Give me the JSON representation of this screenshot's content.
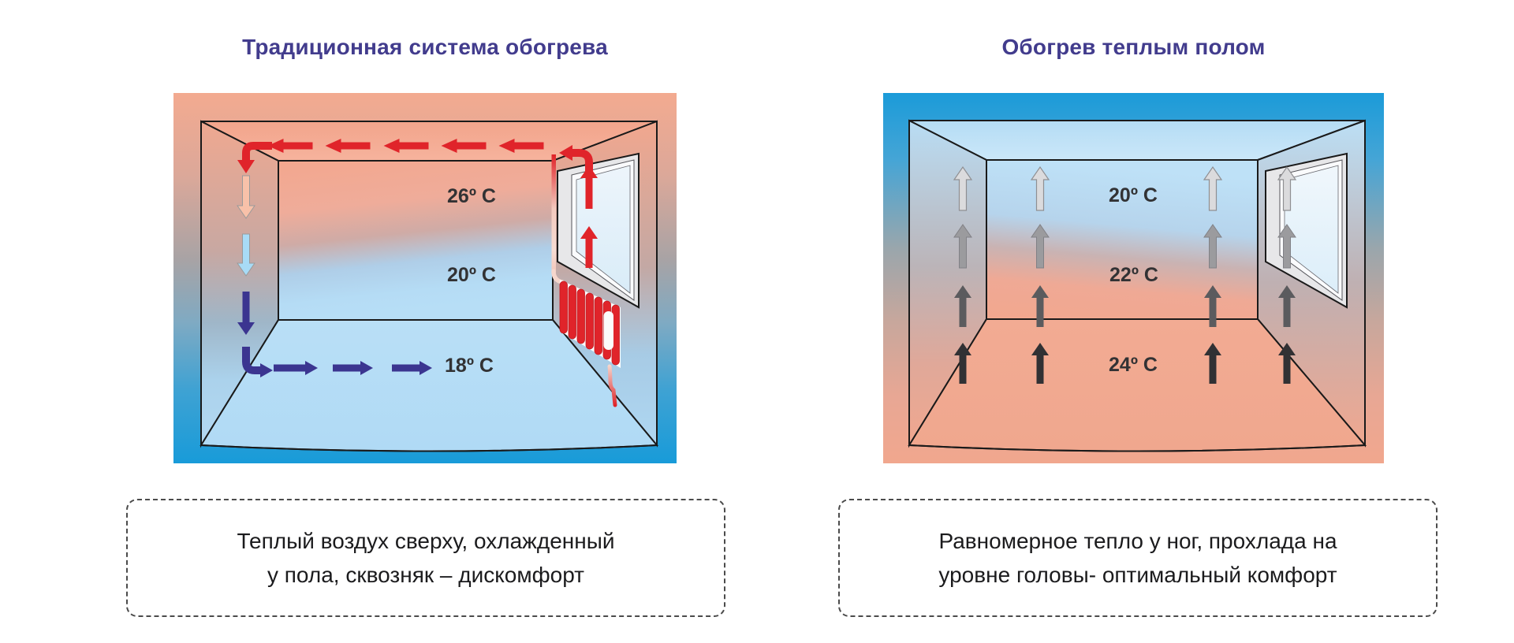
{
  "page": {
    "background": "#FFFFFF"
  },
  "colors": {
    "title_text": "#423C8D",
    "temp_label_text": "#323234",
    "caption_text": "#1B1B1D",
    "hot_air_arrow": "#E0242A",
    "cold_air_arrow": "#3B3590",
    "warm_salmon": "#F2A78E",
    "cool_blue": "#189BD9"
  },
  "left_panel": {
    "title": "Традиционная система обогрева",
    "temperature_labels": {
      "upper": "26º C",
      "middle": "20º C",
      "lower": "18º C"
    },
    "caption": {
      "line1": "Теплый воздух сверху, охлажденный",
      "line2": "у пола, сквозняк – дискомфорт"
    }
  },
  "right_panel": {
    "title": "Обогрев теплым полом",
    "temperature_labels": {
      "upper": "20º C",
      "middle": "22º C",
      "lower": "24º C"
    },
    "caption": {
      "line1": "Равномерное тепло у ног, прохлада на",
      "line2": "уровне головы- оптимальный комфорт"
    }
  }
}
